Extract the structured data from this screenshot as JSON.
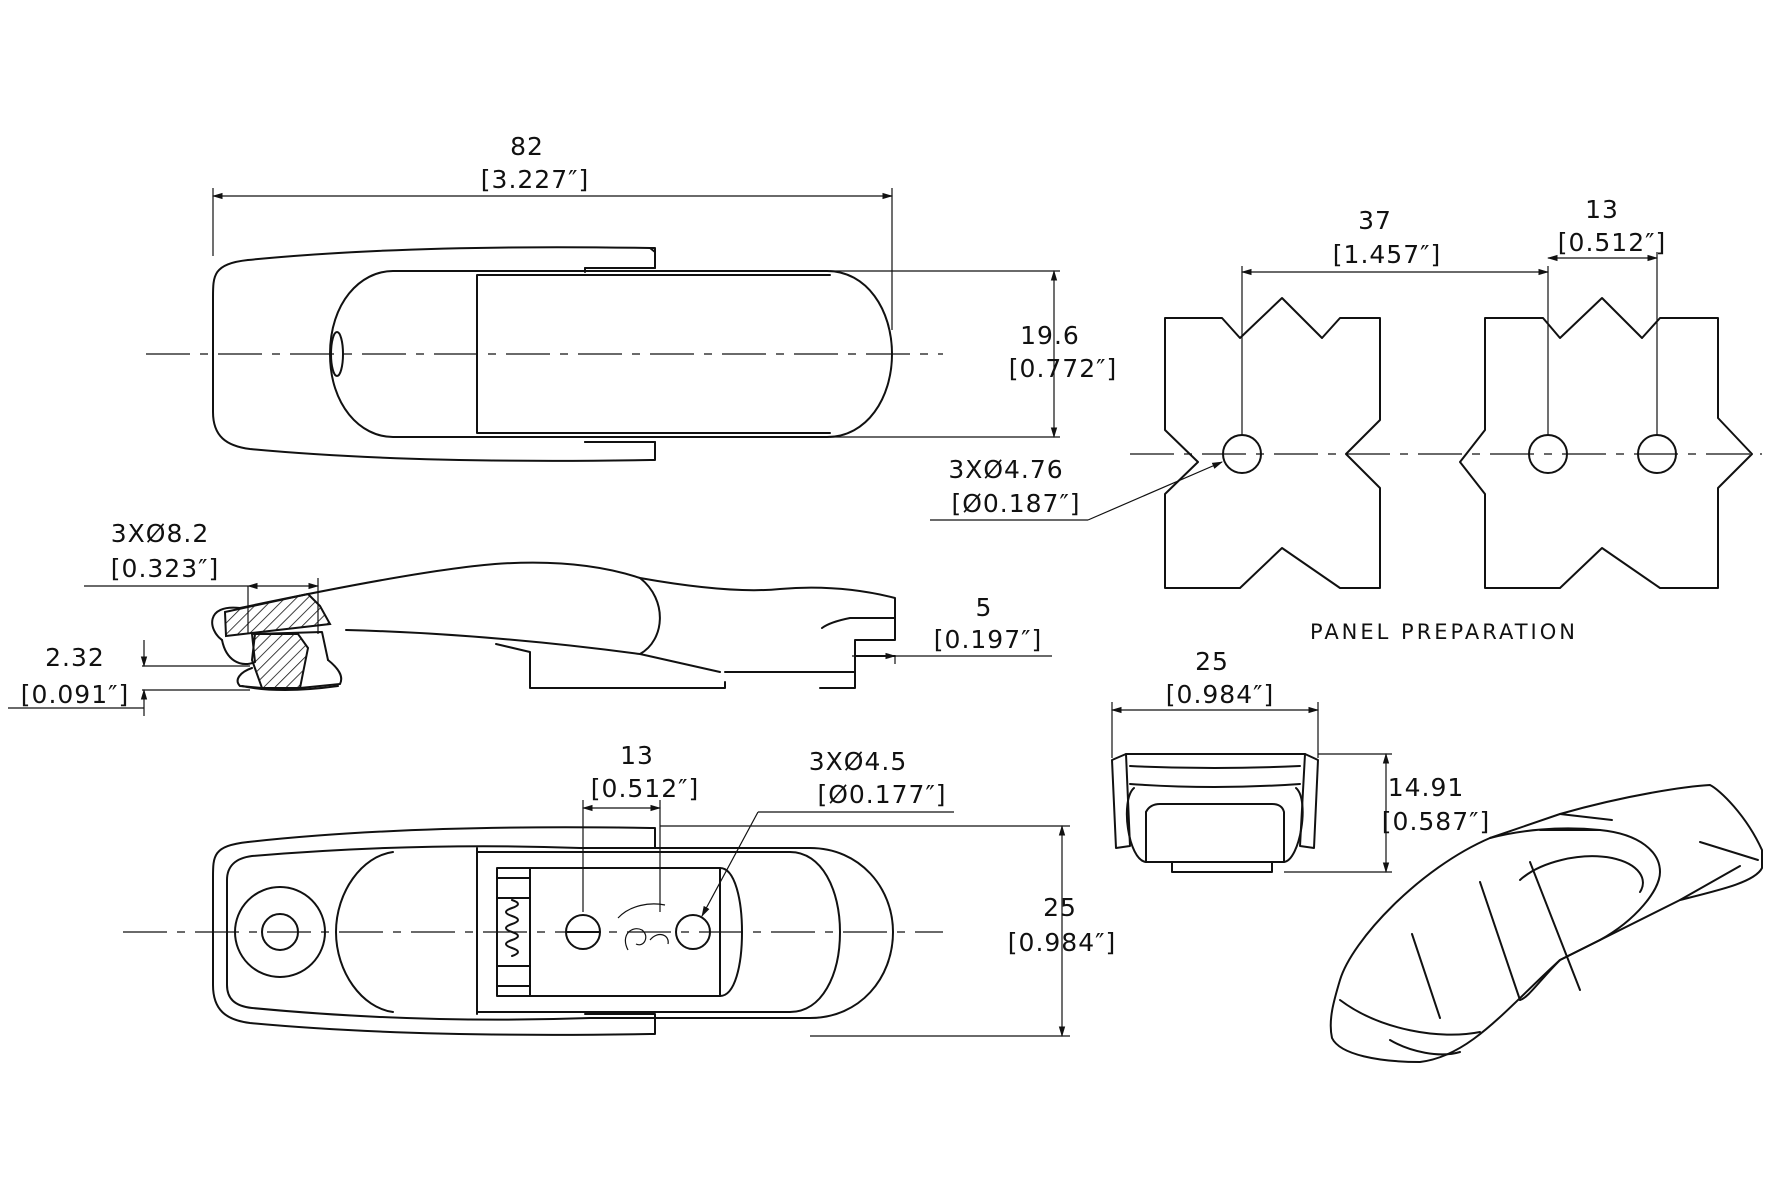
{
  "dimensions": {
    "top_length": {
      "value": "82",
      "inch": "[3.227″]"
    },
    "top_width": {
      "value": "19.6",
      "inch": "[0.772″]"
    },
    "rivet_dia": {
      "value": "3XØ8.2",
      "inch": "[0.323″]"
    },
    "rivet_height": {
      "value": "2.32",
      "inch": "[0.091″]"
    },
    "side_offset": {
      "value": "5",
      "inch": "[0.197″]"
    },
    "hole_spacing": {
      "value": "13",
      "inch": "[0.512″]"
    },
    "hole_dia_small": {
      "value": "3XØ4.5",
      "inch": "[Ø0.177″]"
    },
    "bottom_width": {
      "value": "25",
      "inch": "[0.984″]"
    },
    "panel_spacing": {
      "value": "37",
      "inch": "[1.457″]"
    },
    "panel_pitch": {
      "value": "13",
      "inch": "[0.512″]"
    },
    "panel_hole_dia": {
      "value": "3XØ4.76",
      "inch": "[Ø0.187″]"
    },
    "end_width": {
      "value": "25",
      "inch": "[0.984″]"
    },
    "end_height": {
      "value": "14.91",
      "inch": "[0.587″]"
    }
  },
  "captions": {
    "panel": "PANEL PREPARATION"
  }
}
